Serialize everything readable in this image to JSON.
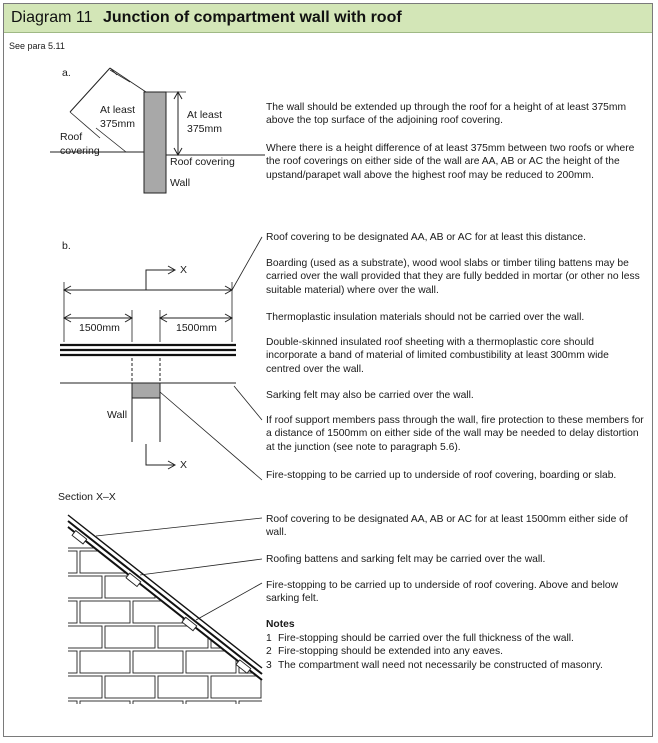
{
  "header": {
    "diagram_number": "Diagram 11",
    "title": "Junction of compartment wall with roof"
  },
  "see_para": "See para 5.11",
  "section_a": {
    "label": "a.",
    "label_at_least_left": "At least\n375mm",
    "label_at_least_right": "At least\n375mm",
    "label_roof_covering_left": "Roof\ncovering",
    "label_roof_covering_right": "Roof covering",
    "label_wall": "Wall",
    "text_1": "The wall should be extended up through the roof for a height of at least 375mm above the top surface of the adjoining roof covering.",
    "text_2": "Where there is a height difference of at least 375mm between two roofs or where the roof coverings on either side of the wall are AA, AB or AC the height of the upstand/parapet wall above the highest roof may be reduced to 200mm."
  },
  "section_b": {
    "label": "b.",
    "label_x_top": "X",
    "label_x_bottom": "X",
    "label_1500_left": "1500mm",
    "label_1500_right": "1500mm",
    "label_wall": "Wall",
    "texts": [
      "Roof covering to be designated AA, AB or AC for at least this distance.",
      "Boarding (used as a substrate), wood wool slabs or timber tiling battens may be carried over the wall provided that they are fully bedded in mortar (or other no less suitable material) where over the wall.",
      "Thermoplastic insulation materials should not be carried over the wall.",
      "Double-skinned insulated roof sheeting with a thermoplastic core should incorporate a band of material of limited combustibility at least 300mm wide centred over the wall.",
      "Sarking felt may also be carried over the wall.",
      "If roof support members pass through the wall, fire protection to these members for a distance of 1500mm on either side of the wall may be needed to delay distortion at the junction (see note to paragraph 5.6).",
      "Fire-stopping to be carried up to underside of roof covering, boarding or slab."
    ]
  },
  "section_xx": {
    "label": "Section X–X",
    "texts": [
      "Roof covering to be designated AA, AB or AC for at least 1500mm either side of wall.",
      "Roofing battens and sarking felt may be carried over the wall.",
      "Fire-stopping to be carried up to underside of roof covering. Above and below sarking felt."
    ]
  },
  "notes": {
    "heading": "Notes",
    "items": [
      {
        "num": "1",
        "text": "Fire-stopping should be carried over the full thickness of the wall."
      },
      {
        "num": "2",
        "text": "Fire-stopping should be extended into any eaves."
      },
      {
        "num": "3",
        "text": "The compartment wall need not necessarily be constructed of masonry."
      }
    ]
  },
  "colors": {
    "header_bg": "#d3e6b7",
    "wall_fill": "#a8a8a8",
    "line": "#222222"
  }
}
